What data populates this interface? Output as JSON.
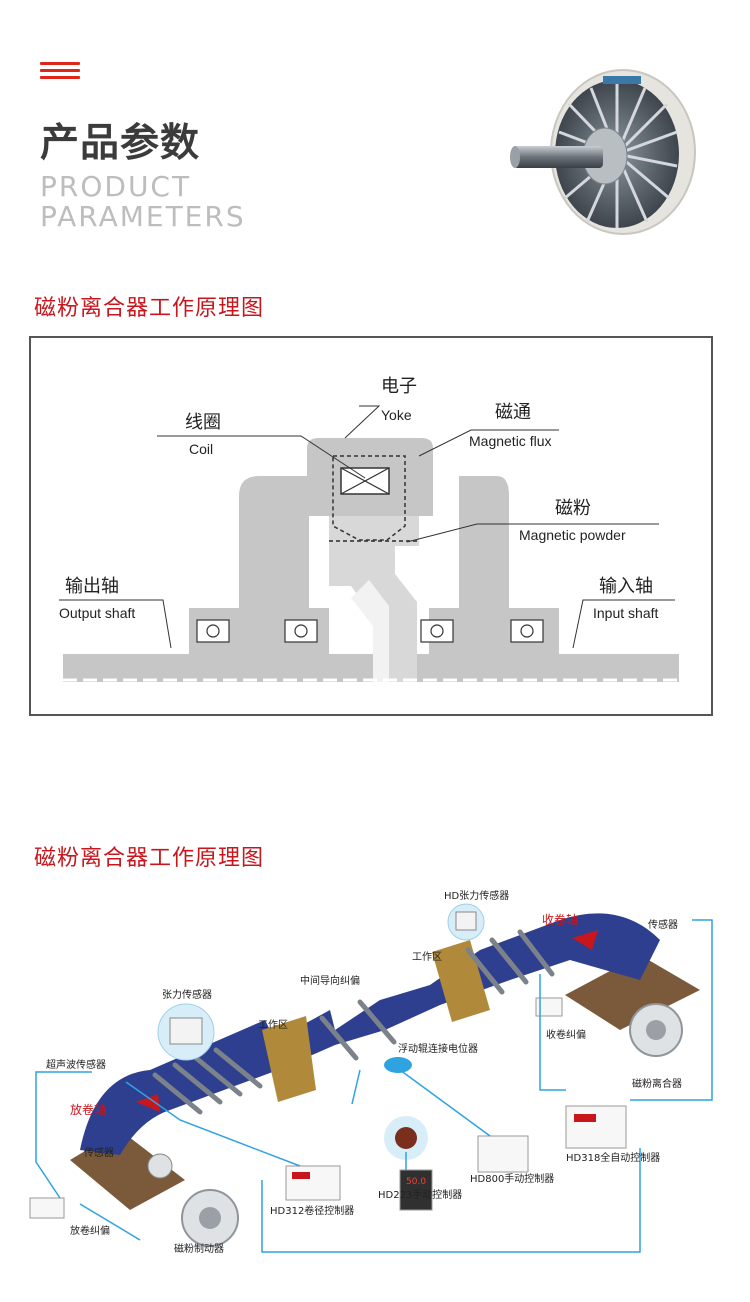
{
  "header": {
    "title_cn": "产品参数",
    "title_en_line1": "PRODUCT",
    "title_en_line2": "PARAMETERS"
  },
  "section1": {
    "title": "磁粉离合器工作原理图",
    "labels": {
      "yoke_cn": "电子",
      "yoke_en": "Yoke",
      "coil_cn": "线圈",
      "coil_en": "Coil",
      "flux_cn": "磁通",
      "flux_en": "Magnetic flux",
      "powder_cn": "磁粉",
      "powder_en": "Magnetic powder",
      "output_cn": "输出轴",
      "output_en": "Output shaft",
      "input_cn": "输入轴",
      "input_en": "Input shaft"
    }
  },
  "section2": {
    "title": "磁粉离合器工作原理图",
    "labels": {
      "hd_tension_sensor": "HD张力传感器",
      "rewind_shaft": "收卷轴",
      "sensor_top": "传感器",
      "work_area_1": "工作区",
      "middle_guide": "中间导向纠偏",
      "tension_sensor": "张力传感器",
      "work_area_2": "工作区",
      "rewind_correction": "收卷纠偏",
      "ultrasonic_sensor": "超声波传感器",
      "float_roller": "浮动辊连接电位器",
      "powder_clutch": "磁粉离合器",
      "unwind_shaft": "放卷轴",
      "hd318": "HD318全自动控制器",
      "sensor_bottom": "传感器",
      "hd800": "HD800手动控制器",
      "hd223": "HD223手动控制器",
      "hd312": "HD312卷径控制器",
      "unwind_correction": "放卷纠偏",
      "powder_brake": "磁粉制动器",
      "display_value": "50.0"
    }
  }
}
